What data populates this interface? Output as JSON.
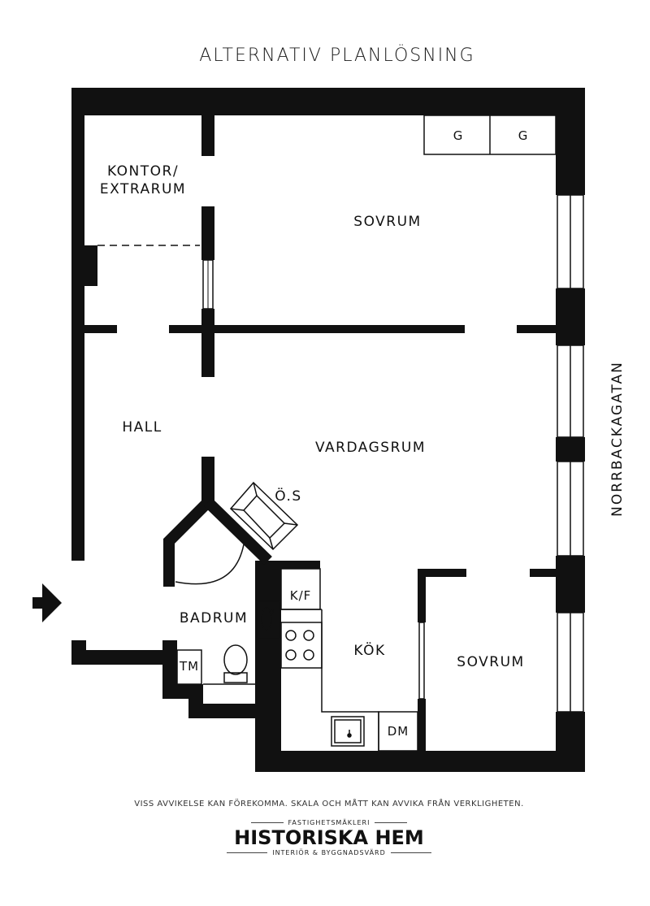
{
  "title": "ALTERNATIV PLANLÖSNING",
  "street": "NORRBACKAGATAN",
  "rooms": {
    "kontor_line1": "KONTOR/",
    "kontor_line2": "EXTRARUM",
    "sovrum_top": "SOVRUM",
    "hall": "HALL",
    "vardagsrum": "VARDAGSRUM",
    "os": "Ö.S",
    "badrum": "BADRUM",
    "kok": "KÖK",
    "sovrum_bottom": "SOVRUM"
  },
  "fixtures": {
    "g1": "G",
    "g2": "G",
    "kf": "K/F",
    "tm": "TM",
    "dm": "DM"
  },
  "disclaimer": "VISS AVVIKELSE KAN FÖREKOMMA. SKALA OCH MÅTT KAN AVVIKA FRÅN VERKLIGHETEN.",
  "brand": {
    "top": "FASTIGHETSMÄKLERI",
    "name": "HISTORISKA HEM",
    "sub": "INTERIÖR & BYGGNADSVÄRD"
  }
}
